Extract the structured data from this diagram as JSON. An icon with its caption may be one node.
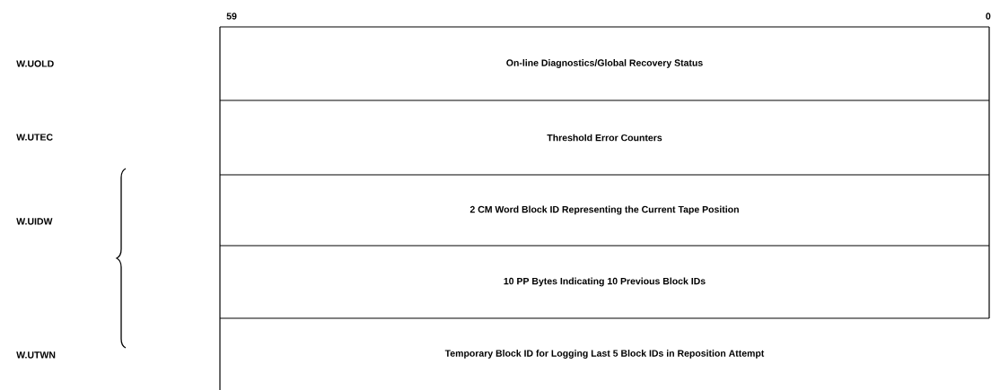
{
  "diagram": {
    "nodes": [
      {
        "text": [
          "On-line Diagnostics/Global Recovery Status"
        ]
      },
      {
        "text": [
          "Threshold Error Counters"
        ]
      },
      {
        "text": [
          "2 CM Word Block ID Representing the Current Tape Position"
        ]
      },
      {
        "text": [
          "10 PP Bytes Indicating 10 Previous Block IDs"
        ]
      },
      {
        "text": [
          "Temporary Block ID for Logging Last 5 Block IDs in Reposition Attempt"
        ]
      }
    ],
    "labels": [
      "59",
      "0",
      "W.UOLD",
      "W.UTEC",
      "W.UIDW",
      "W.UTWN"
    ]
  }
}
